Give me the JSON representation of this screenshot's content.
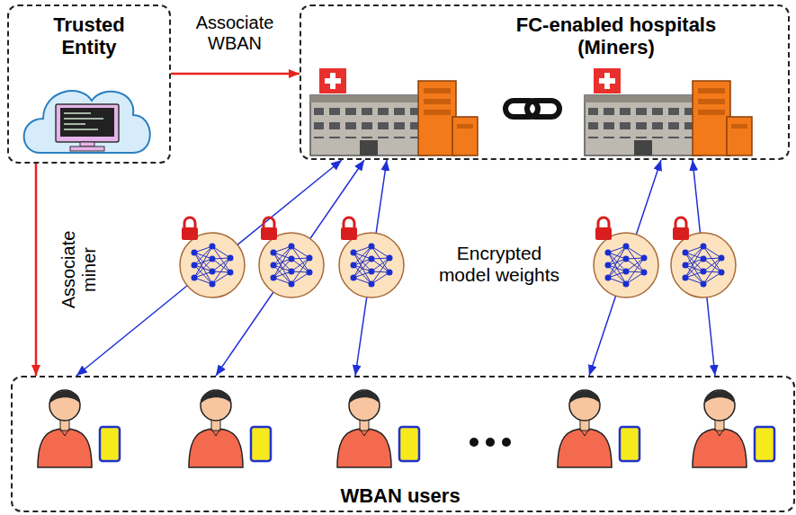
{
  "diagram": {
    "nodes": [
      {
        "text": [
          "Trusted Entity"
        ]
      },
      {
        "text": [
          "FC-enabled hospitals (Miners)"
        ]
      },
      {
        "text": [
          "WBAN users"
        ]
      }
    ],
    "edges": [
      {
        "from": 0,
        "to": 1,
        "label": "Associate WBAN",
        "arrow": "to"
      },
      {
        "from": 0,
        "to": 2,
        "label": "Associate miner",
        "arrow": "to"
      },
      {
        "from": 2,
        "to": 1,
        "arrow": "both"
      },
      {
        "from": 2,
        "to": 1,
        "arrow": "both"
      },
      {
        "from": 2,
        "to": 1,
        "arrow": "both"
      },
      {
        "from": 2,
        "to": 1,
        "arrow": "both"
      },
      {
        "from": 2,
        "to": 1,
        "arrow": "both"
      }
    ],
    "labels": [
      "Encrypted model weights"
    ]
  }
}
